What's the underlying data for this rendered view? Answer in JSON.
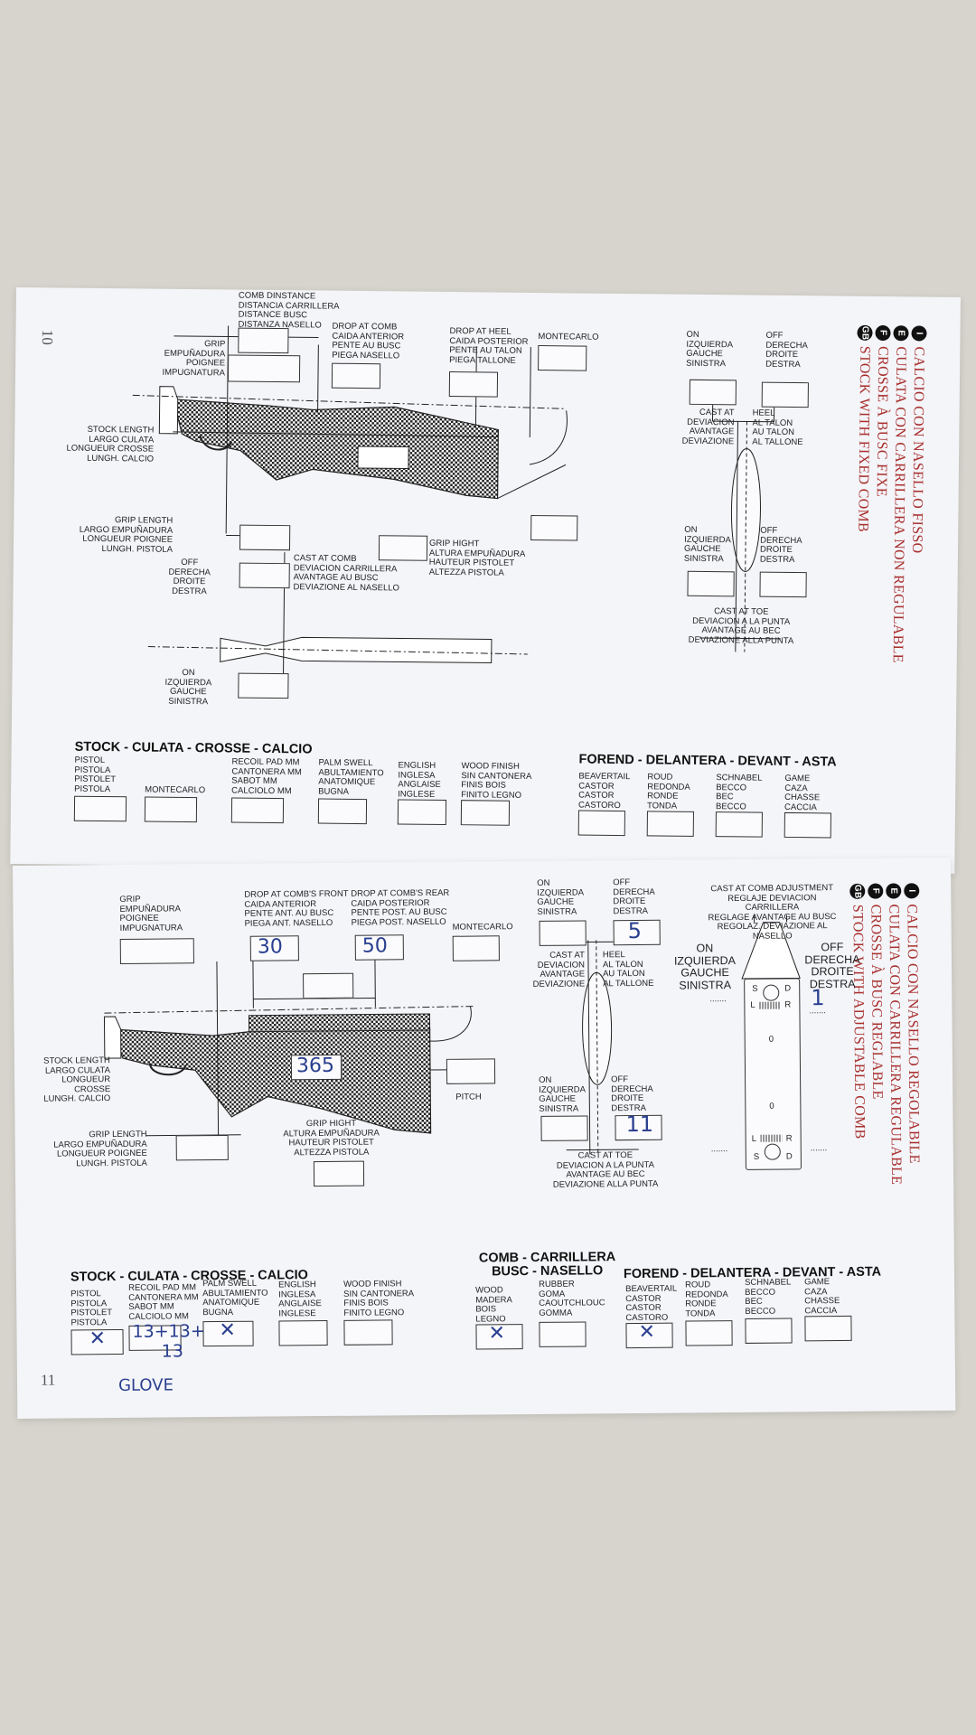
{
  "top_page": {
    "page_number": "10",
    "titles": [
      {
        "badge": "GB",
        "text": "STOCK WITH FIXED COMB"
      },
      {
        "badge": "F",
        "text": "CROSSE À BUSC FIXE"
      },
      {
        "badge": "E",
        "text": "CULATA CON CARRILLERA NON REGULABLE"
      },
      {
        "badge": "I",
        "text": "CALCIO CON NASELLO FISSO"
      }
    ],
    "labels": {
      "comb_distance": "COMB DINSTANCE\nDISTANCIA CARRILLERA\nDISTANCE BUSC\nDISTANZA NASELLO",
      "grip": "GRIP\nEMPUÑADURA\nPOIGNEE\nIMPUGNATURA",
      "drop_at_comb": "DROP AT COMB\nCAIDA ANTERIOR\nPENTE AU BUSC\nPIEGA NASELLO",
      "drop_at_heel": "DROP AT HEEL\nCAIDA POSTERIOR\nPENTE AU TALON\nPIEGA TALLONE",
      "montecarlo": "MONTECARLO",
      "stock_length": "STOCK LENGTH\nLARGO CULATA\nLONGUEUR CROSSE\nLUNGH. CALCIO",
      "grip_length": "GRIP LENGTH\nLARGO EMPUÑADURA\nLONGUEUR POIGNEE\nLUNGH. PISTOLA",
      "grip_hight": "GRIP HIGHT\nALTURA EMPUÑADURA\nHAUTEUR PISTOLET\nALTEZZA PISTOLA",
      "off": "OFF\nDERECHA\nDROITE\nDESTRA",
      "on": "ON\nIZQUIERDA\nGAUCHE\nSINISTRA",
      "cast_at_comb": "CAST AT COMB\nDEVIACION CARRILLERA\nAVANTAGE AU BUSC\nDEVIAZIONE AL NASELLO",
      "cast_at_heel_left": "CAST AT\nDEVIACION\nAVANTAGE\nDEVIAZIONE",
      "cast_at_heel_right": "HEEL\nAL TALON\nAU TALON\nAL TALLONE",
      "cast_at_toe": "CAST AT TOE\nDEVIACION A LA PUNTA\nAVANTAGE AU BEC\nDEVIAZIONE ALLA PUNTA"
    },
    "stock_section": {
      "title": "STOCK - CULATA - CROSSE - CALCIO",
      "options": [
        "PISTOL\nPISTOLA\nPISTOLET\nPISTOLA",
        "MONTECARLO",
        "RECOIL PAD mm\nCANTONERA mm\nSABOT mm\nCALCIOLO mm",
        "PALM SWELL\nABULTAMIENTO\nANATOMIQUE\nBUGNA",
        "ENGLISH\nINGLESA\nANGLAISE\nINGLESE",
        "WOOD FINISH\nSIN CANTONERA\nFINIS BOIS\nFINITO LEGNO"
      ]
    },
    "forend_section": {
      "title": "FOREND - DELANTERA - DEVANT - ASTA",
      "options": [
        "BEAVERTAIL\nCASTOR\nCASTOR\nCASTORO",
        "ROUD\nREDONDA\nRONDE\nTONDA",
        "SCHNABEL\nBECCO\nBEC\nBECCO",
        "GAME\nCAZA\nCHASSE\nCACCIA"
      ]
    }
  },
  "bottom_page": {
    "page_number": "11",
    "titles": [
      {
        "badge": "GB",
        "text": "STOCK WITH ADJUSTABLE COMB"
      },
      {
        "badge": "F",
        "text": "CROSSE À BUSC REGLABLE"
      },
      {
        "badge": "E",
        "text": "CULATA CON CARRILLERA REGULABLE"
      },
      {
        "badge": "I",
        "text": "CALCIO CON NASELLO REGOLABILE"
      }
    ],
    "labels": {
      "grip": "GRIP\nEMPUÑADURA\nPOIGNEE\nIMPUGNATURA",
      "drop_front": "DROP AT COMB'S FRONT\nCAIDA ANTERIOR\nPENTE ANT. AU BUSC\nPIEGA ANT. NASELLO",
      "drop_rear": "DROP AT COMB'S REAR\nCAIDA POSTERIOR\nPENTE POST. AU BUSC\nPIEGA POST. NASELLO",
      "montecarlo": "MONTECARLO",
      "stock_length": "STOCK LENGTH\nLARGO CULATA\nLONGUEUR CROSSE\nLUNGH. CALCIO",
      "grip_length": "GRIP LENGTH\nLARGO EMPUÑADURA\nLONGUEUR POIGNEE\nLUNGH. PISTOLA",
      "grip_hight": "GRIP HIGHT\nALTURA EMPUÑADURA\nHAUTEUR PISTOLET\nALTEZZA PISTOLA",
      "pitch": "PITCH",
      "on": "ON\nIZQUIERDA\nGAUCHE\nSINISTRA",
      "off": "OFF\nDERECHA\nDROITE\nDESTRA",
      "cast_at_heel_left": "CAST AT\nDEVIACION\nAVANTAGE\nDEVIAZIONE",
      "cast_at_heel_right": "HEEL\nAL TALON\nAU TALON\nAL TALLONE",
      "cast_at_toe": "CAST AT TOE\nDEVIACION A LA PUNTA\nAVANTAGE AU BEC\nDEVIAZIONE ALLA PUNTA",
      "cast_adjust": "CAST AT COMB ADJUSTMENT\nREGLAJE DEVIACION CARRILLERA\nREGLAGE AVANTAGE AU BUSC\nREGOLAZ. DEVIAZIONE AL NASELLO",
      "adj_on": "ON\nIZQUIERDA\nGAUCHE\nSINISTRA",
      "adj_off": "OFF\nDERECHA\nDROITE\nDESTRA",
      "panel_s": "S",
      "panel_d": "D",
      "panel_l": "L",
      "panel_r": "R",
      "panel_zero": "0",
      "dots": "......."
    },
    "handwritten": {
      "drop_front": "30",
      "drop_rear": "50",
      "off_heel": "5",
      "adj_off": "1",
      "stock_length": "365",
      "off_toe": "11",
      "pistol": "✕",
      "recoil": "13+13+",
      "recoil_2": "13",
      "palm": "✕",
      "wood": "✕",
      "beavertail": "✕",
      "glove": "GLOVE"
    },
    "stock_section": {
      "title": "STOCK - CULATA - CROSSE - CALCIO",
      "options": [
        "PISTOL\nPISTOLA\nPISTOLET\nPISTOLA",
        "RECOIL PAD mm\nCANTONERA mm\nSABOT mm\nCALCIOLO mm",
        "PALM SWELL\nABULTAMIENTO\nANATOMIQUE\nBUGNA",
        "ENGLISH\nINGLESA\nANGLAISE\nINGLESE",
        "WOOD FINISH\nSIN CANTONERA\nFINIS BOIS\nFINITO LEGNO"
      ]
    },
    "comb_section": {
      "title": "COMB - CARRILLERA\nBUSC - NASELLO",
      "options": [
        "WOOD\nMADERA\nBOIS\nLEGNO",
        "RUBBER\nGOMA\nCAOUTCHLOUC\nGOMMA"
      ]
    },
    "forend_section": {
      "title": "FOREND - DELANTERA - DEVANT - ASTA",
      "options": [
        "BEAVERTAIL\nCASTOR\nCASTOR\nCASTORO",
        "ROUD\nREDONDA\nRONDE\nTONDA",
        "SCHNABEL\nBECCO\nBEC\nBECCO",
        "GAME\nCAZA\nCHASSE\nCACCIA"
      ]
    }
  }
}
